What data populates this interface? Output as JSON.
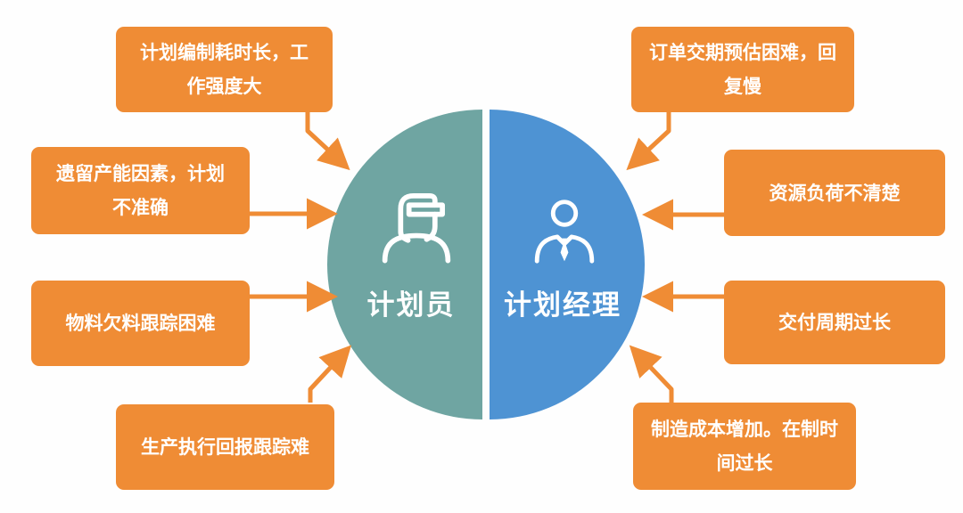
{
  "diagram_type": "split-circle problem diagram",
  "colors": {
    "issue_box": "#EF8C35",
    "arrow": "#EF8C35",
    "planner_half": "#6FA5A2",
    "manager_half": "#4E93D3",
    "text": "#FFFFFF",
    "background": "#FEFEFE"
  },
  "center": {
    "left_role": {
      "label": "计划员",
      "icon": "worker-cap-icon"
    },
    "right_role": {
      "label": "计划经理",
      "icon": "manager-tie-icon"
    }
  },
  "left_issues": [
    {
      "text": "计划编制耗时长，工作强度大"
    },
    {
      "text": "遗留产能因素，计划不准确"
    },
    {
      "text": "物料欠料跟踪困难"
    },
    {
      "text": "生产执行回报跟踪难"
    }
  ],
  "right_issues": [
    {
      "text": "订单交期预估困难，回复慢"
    },
    {
      "text": "资源负荷不清楚"
    },
    {
      "text": "交付周期过长"
    },
    {
      "text": "制造成本增加。在制时间过长"
    }
  ]
}
